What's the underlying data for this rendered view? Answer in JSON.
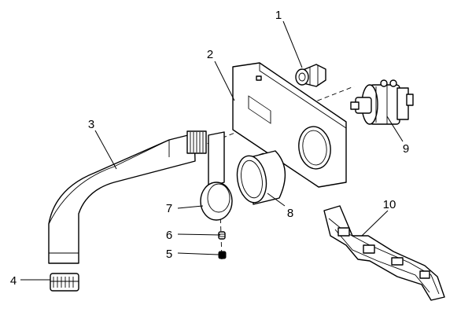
{
  "callouts": [
    {
      "id": "1",
      "part": "threaded-adapter"
    },
    {
      "id": "2",
      "part": "wall-plate"
    },
    {
      "id": "3",
      "part": "spout"
    },
    {
      "id": "4",
      "part": "aerator"
    },
    {
      "id": "5",
      "part": "cap"
    },
    {
      "id": "6",
      "part": "set-screw"
    },
    {
      "id": "7",
      "part": "lever-handle"
    },
    {
      "id": "8",
      "part": "sleeve"
    },
    {
      "id": "9",
      "part": "cartridge"
    },
    {
      "id": "10",
      "part": "mounting-bracket"
    }
  ]
}
